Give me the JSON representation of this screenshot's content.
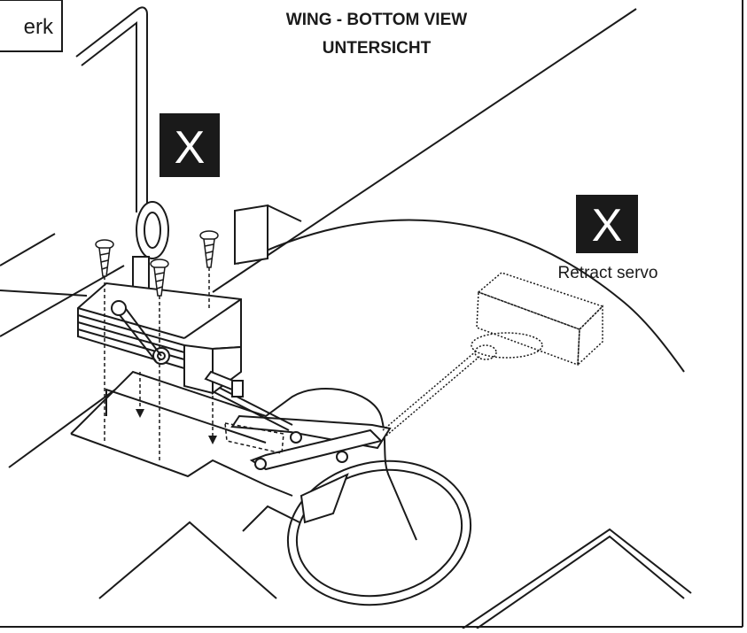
{
  "diagram": {
    "title_en": "WING - BOTTOM VIEW",
    "title_de": "UNTERSICHT",
    "callout_label": "erk",
    "marker_x": "X",
    "servo_label": "Retract servo"
  }
}
